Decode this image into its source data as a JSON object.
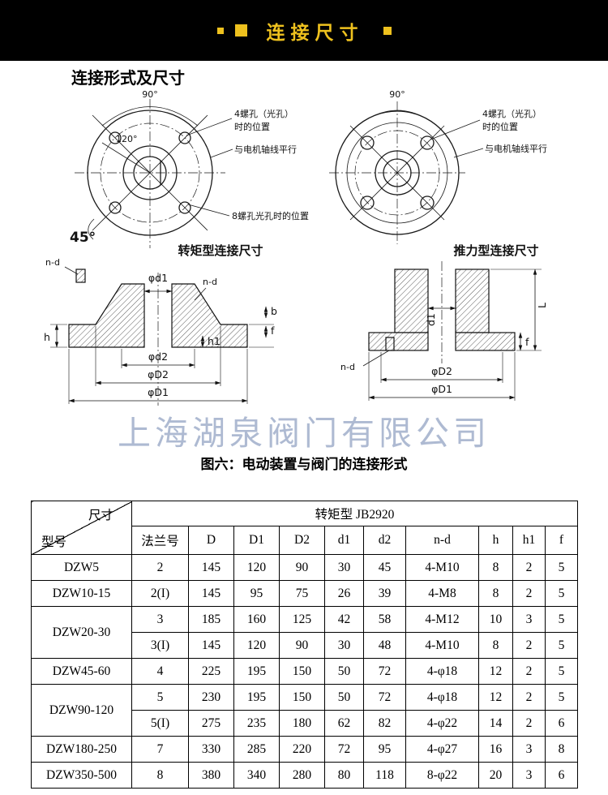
{
  "banner": {
    "title": "连接尺寸"
  },
  "diagram": {
    "section_title": "连接形式及尺寸",
    "watermark": "上海湖泉阀门有限公司",
    "caption": "图六：电动装置与阀门的连接形式",
    "torque_view": {
      "angle_90": "90°",
      "angle_120": "120°",
      "angle_45": "45°",
      "note_4holes_line1": "4螺孔（光孔）",
      "note_4holes_line2": "时的位置",
      "note_parallel": "与电机轴线平行",
      "note_8holes": "8螺孔光孔时的位置",
      "caption": "转矩型连接尺寸"
    },
    "thrust_view": {
      "angle_90": "90°",
      "note_4holes_line1": "4螺孔（光孔）",
      "note_4holes_line2": "时的位置",
      "note_parallel": "与电机轴线平行",
      "caption": "推力型连接尺寸"
    },
    "torque_section": {
      "nd_top": "n-d",
      "nd_right": "n-d",
      "d1": "φd1",
      "d2": "φd2",
      "D2": "φD2",
      "D1": "φD1",
      "h": "h",
      "h1": "h1",
      "b": "b",
      "f": "f"
    },
    "thrust_section": {
      "nd": "n-d",
      "d1": "d1",
      "D2": "φD2",
      "D1": "φD1",
      "L": "L",
      "f": "f"
    }
  },
  "table": {
    "corner_top": "尺寸",
    "corner_bottom": "型号",
    "group_header": "转矩型 JB2920",
    "columns": [
      "法兰号",
      "D",
      "D1",
      "D2",
      "d1",
      "d2",
      "n-d",
      "h",
      "h1",
      "f"
    ],
    "rows": [
      {
        "model": "DZW5",
        "rowspan": 1,
        "cells": [
          "2",
          "145",
          "120",
          "90",
          "30",
          "45",
          "4-M10",
          "8",
          "2",
          "5"
        ]
      },
      {
        "model": "DZW10-15",
        "rowspan": 1,
        "cells": [
          "2(I)",
          "145",
          "95",
          "75",
          "26",
          "39",
          "4-M8",
          "8",
          "2",
          "5"
        ]
      },
      {
        "model": "DZW20-30",
        "rowspan": 2,
        "cells": [
          "3",
          "185",
          "160",
          "125",
          "42",
          "58",
          "4-M12",
          "10",
          "3",
          "5"
        ]
      },
      {
        "cells": [
          "3(I)",
          "145",
          "120",
          "90",
          "30",
          "48",
          "4-M10",
          "8",
          "2",
          "5"
        ]
      },
      {
        "model": "DZW45-60",
        "rowspan": 1,
        "cells": [
          "4",
          "225",
          "195",
          "150",
          "50",
          "72",
          "4-φ18",
          "12",
          "2",
          "5"
        ]
      },
      {
        "model": "DZW90-120",
        "rowspan": 2,
        "cells": [
          "5",
          "230",
          "195",
          "150",
          "50",
          "72",
          "4-φ18",
          "12",
          "2",
          "5"
        ]
      },
      {
        "cells": [
          "5(I)",
          "275",
          "235",
          "180",
          "62",
          "82",
          "4-φ22",
          "14",
          "2",
          "6"
        ]
      },
      {
        "model": "DZW180-250",
        "rowspan": 1,
        "cells": [
          "7",
          "330",
          "285",
          "220",
          "72",
          "95",
          "4-φ27",
          "16",
          "3",
          "8"
        ]
      },
      {
        "model": "DZW350-500",
        "rowspan": 1,
        "cells": [
          "8",
          "380",
          "340",
          "280",
          "80",
          "118",
          "8-φ22",
          "20",
          "3",
          "6"
        ]
      }
    ]
  }
}
